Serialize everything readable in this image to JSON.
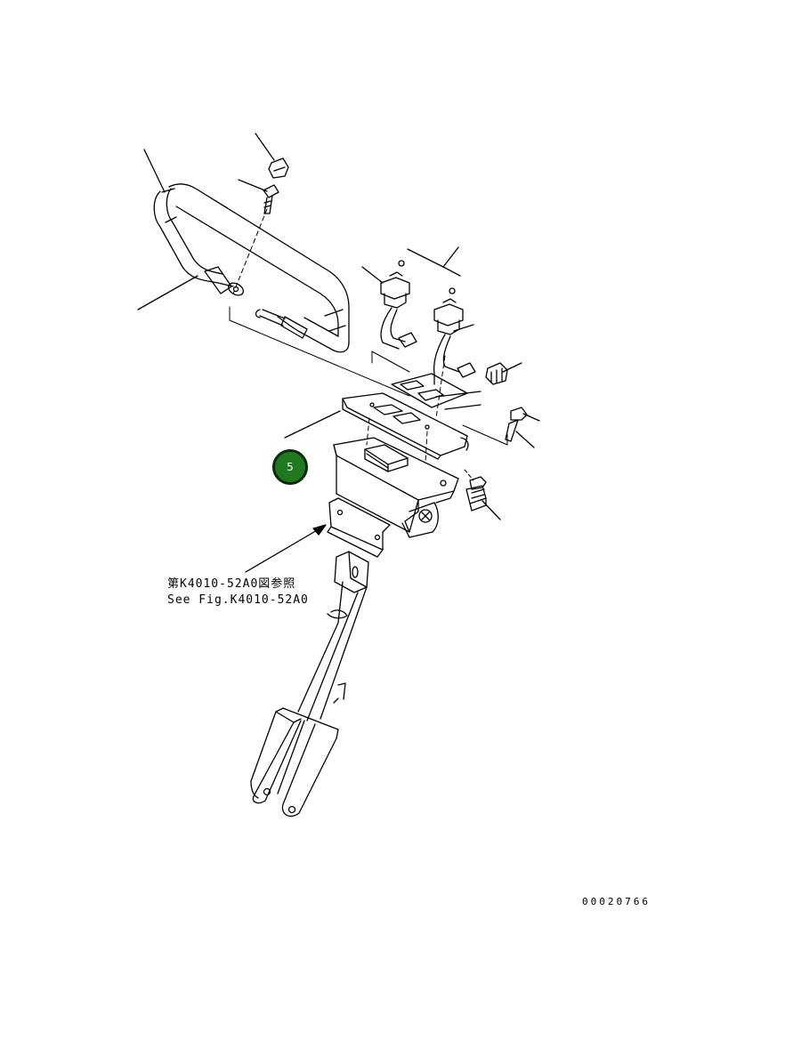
{
  "diagram": {
    "reference_text_jp": "第K4010-52A0図参照",
    "reference_text_en": "See Fig.K4010-52A0",
    "drawing_number": "00020766",
    "callout_badge": {
      "label": "5",
      "color": "#1f7a1f",
      "border_color": "#0b2a0b"
    },
    "line_color": "#000000"
  }
}
